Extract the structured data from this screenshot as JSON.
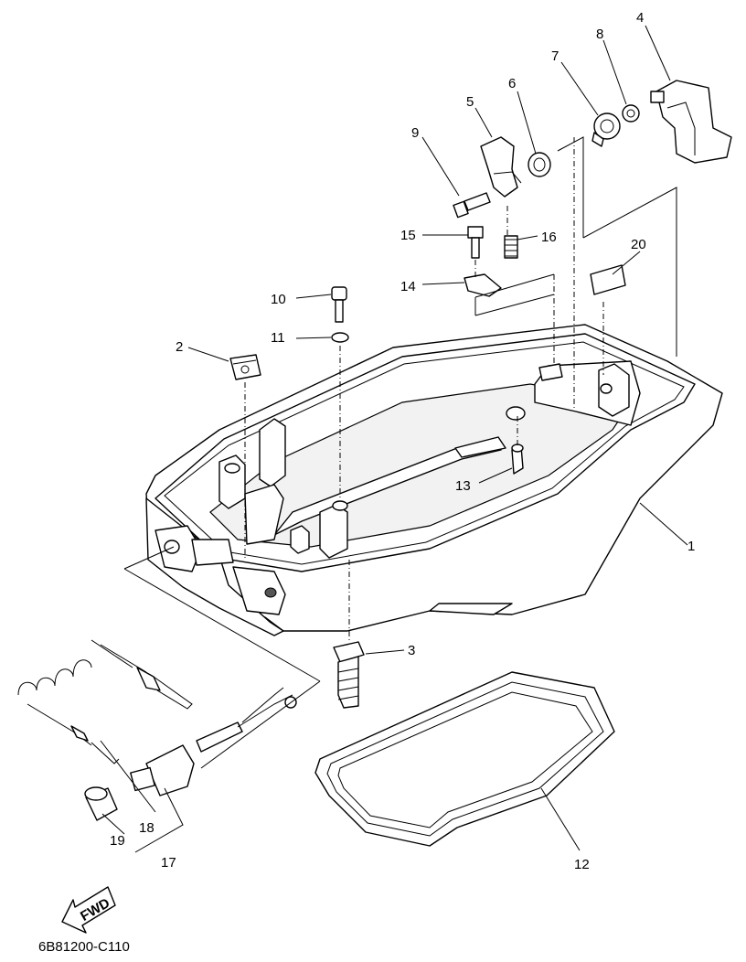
{
  "diagram_code": "6B81200-C110",
  "fwd_arrow_label": "FWD",
  "callouts": {
    "c1": "1",
    "c2": "2",
    "c3": "3",
    "c4": "4",
    "c5": "5",
    "c6": "6",
    "c7": "7",
    "c8": "8",
    "c9": "9",
    "c10": "10",
    "c11": "11",
    "c12": "12",
    "c13": "13",
    "c14": "14",
    "c15": "15",
    "c16": "16",
    "c17": "17",
    "c18": "18",
    "c19": "19",
    "c20": "20"
  }
}
